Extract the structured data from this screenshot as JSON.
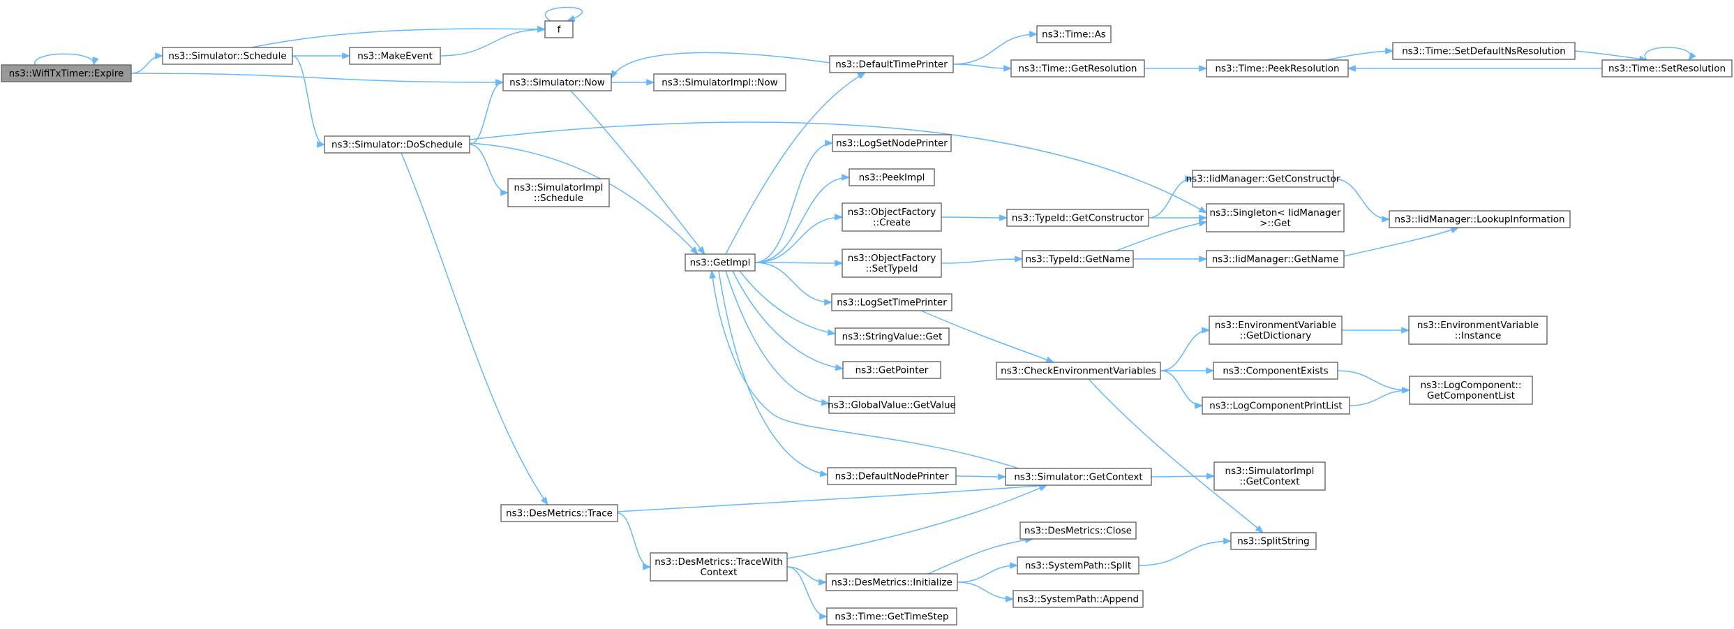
{
  "graph": {
    "nodes": [
      {
        "id": "expire",
        "label": [
          "ns3::WifiTxTimer::Expire"
        ],
        "root": true
      },
      {
        "id": "schedule",
        "label": [
          "ns3::Simulator::Schedule"
        ]
      },
      {
        "id": "f",
        "label": [
          "f"
        ]
      },
      {
        "id": "makeevent",
        "label": [
          "ns3::MakeEvent"
        ]
      },
      {
        "id": "now",
        "label": [
          "ns3::Simulator::Now"
        ]
      },
      {
        "id": "simimplnow",
        "label": [
          "ns3::SimulatorImpl::Now"
        ]
      },
      {
        "id": "doschedule",
        "label": [
          "ns3::Simulator::DoSchedule"
        ]
      },
      {
        "id": "simimplschedule",
        "label": [
          "ns3::SimulatorImpl",
          "::Schedule"
        ]
      },
      {
        "id": "getimpl",
        "label": [
          "ns3::GetImpl"
        ]
      },
      {
        "id": "destrace",
        "label": [
          "ns3::DesMetrics::Trace"
        ]
      },
      {
        "id": "destracewith",
        "label": [
          "ns3::DesMetrics::TraceWith",
          "Context"
        ]
      },
      {
        "id": "defaulttimeprinter",
        "label": [
          "ns3::DefaultTimePrinter"
        ]
      },
      {
        "id": "timeas",
        "label": [
          "ns3::Time::As"
        ]
      },
      {
        "id": "getresolution",
        "label": [
          "ns3::Time::GetResolution"
        ]
      },
      {
        "id": "peekresolution",
        "label": [
          "ns3::Time::PeekResolution"
        ]
      },
      {
        "id": "setdefaultns",
        "label": [
          "ns3::Time::SetDefaultNsResolution"
        ]
      },
      {
        "id": "setresolution",
        "label": [
          "ns3::Time::SetResolution"
        ]
      },
      {
        "id": "logsetnodeprinter",
        "label": [
          "ns3::LogSetNodePrinter"
        ]
      },
      {
        "id": "peekimpl",
        "label": [
          "ns3::PeekImpl"
        ]
      },
      {
        "id": "objfactorycreate",
        "label": [
          "ns3::ObjectFactory",
          "::Create"
        ]
      },
      {
        "id": "objfactorysettypeid",
        "label": [
          "ns3::ObjectFactory",
          "::SetTypeId"
        ]
      },
      {
        "id": "logsettimeprinter",
        "label": [
          "ns3::LogSetTimePrinter"
        ]
      },
      {
        "id": "stringvalueget",
        "label": [
          "ns3::StringValue::Get"
        ]
      },
      {
        "id": "getpointer",
        "label": [
          "ns3::GetPointer"
        ]
      },
      {
        "id": "globalvalue",
        "label": [
          "ns3::GlobalValue::GetValue"
        ]
      },
      {
        "id": "defaultnodeprinter",
        "label": [
          "ns3::DefaultNodePrinter"
        ]
      },
      {
        "id": "typeidgetconstructor",
        "label": [
          "ns3::TypeId::GetConstructor"
        ]
      },
      {
        "id": "typeidgetname",
        "label": [
          "ns3::TypeId::GetName"
        ]
      },
      {
        "id": "iidgetconstructor",
        "label": [
          "ns3::IidManager::GetConstructor"
        ]
      },
      {
        "id": "singletonget",
        "label": [
          "ns3::Singleton< IidManager",
          " >::Get"
        ]
      },
      {
        "id": "iidgetname",
        "label": [
          "ns3::IidManager::GetName"
        ]
      },
      {
        "id": "iidlookup",
        "label": [
          "ns3::IidManager::LookupInformation"
        ]
      },
      {
        "id": "checkenv",
        "label": [
          "ns3::CheckEnvironmentVariables"
        ]
      },
      {
        "id": "envgetdict",
        "label": [
          "ns3::EnvironmentVariable",
          "::GetDictionary"
        ]
      },
      {
        "id": "envinstance",
        "label": [
          "ns3::EnvironmentVariable",
          "::Instance"
        ]
      },
      {
        "id": "componentexists",
        "label": [
          "ns3::ComponentExists"
        ]
      },
      {
        "id": "logcompprintlist",
        "label": [
          "ns3::LogComponentPrintList"
        ]
      },
      {
        "id": "getcomplist",
        "label": [
          "ns3::LogComponent::",
          "GetComponentList"
        ]
      },
      {
        "id": "getcontext",
        "label": [
          "ns3::Simulator::GetContext"
        ]
      },
      {
        "id": "simimplgetcontext",
        "label": [
          "ns3::SimulatorImpl",
          "::GetContext"
        ]
      },
      {
        "id": "splitstring",
        "label": [
          "ns3::SplitString"
        ]
      },
      {
        "id": "desclose",
        "label": [
          "ns3::DesMetrics::Close"
        ]
      },
      {
        "id": "desinit",
        "label": [
          "ns3::DesMetrics::Initialize"
        ]
      },
      {
        "id": "syssplit",
        "label": [
          "ns3::SystemPath::Split"
        ]
      },
      {
        "id": "sysappend",
        "label": [
          "ns3::SystemPath::Append"
        ]
      },
      {
        "id": "gettimestep",
        "label": [
          "ns3::Time::GetTimeStep"
        ]
      }
    ],
    "edges": [
      [
        "expire",
        "expire"
      ],
      [
        "expire",
        "schedule"
      ],
      [
        "expire",
        "now"
      ],
      [
        "schedule",
        "f"
      ],
      [
        "schedule",
        "makeevent"
      ],
      [
        "schedule",
        "doschedule"
      ],
      [
        "makeevent",
        "f"
      ],
      [
        "f",
        "f"
      ],
      [
        "now",
        "simimplnow"
      ],
      [
        "now",
        "getimpl"
      ],
      [
        "doschedule",
        "now"
      ],
      [
        "doschedule",
        "simimplschedule"
      ],
      [
        "doschedule",
        "getimpl"
      ],
      [
        "doschedule",
        "singletonget"
      ],
      [
        "doschedule",
        "destrace"
      ],
      [
        "defaulttimeprinter",
        "now"
      ],
      [
        "defaulttimeprinter",
        "timeas"
      ],
      [
        "defaulttimeprinter",
        "getresolution"
      ],
      [
        "getresolution",
        "peekresolution"
      ],
      [
        "peekresolution",
        "setdefaultns"
      ],
      [
        "setdefaultns",
        "setresolution"
      ],
      [
        "setresolution",
        "peekresolution"
      ],
      [
        "setresolution",
        "setresolution"
      ],
      [
        "getimpl",
        "defaulttimeprinter"
      ],
      [
        "getimpl",
        "logsetnodeprinter"
      ],
      [
        "getimpl",
        "peekimpl"
      ],
      [
        "getimpl",
        "objfactorycreate"
      ],
      [
        "getimpl",
        "objfactorysettypeid"
      ],
      [
        "getimpl",
        "logsettimeprinter"
      ],
      [
        "getimpl",
        "stringvalueget"
      ],
      [
        "getimpl",
        "getpointer"
      ],
      [
        "getimpl",
        "globalvalue"
      ],
      [
        "getimpl",
        "defaultnodeprinter"
      ],
      [
        "objfactorycreate",
        "typeidgetconstructor"
      ],
      [
        "objfactorysettypeid",
        "typeidgetname"
      ],
      [
        "typeidgetconstructor",
        "iidgetconstructor"
      ],
      [
        "typeidgetconstructor",
        "singletonget"
      ],
      [
        "typeidgetname",
        "singletonget"
      ],
      [
        "typeidgetname",
        "iidgetname"
      ],
      [
        "iidgetconstructor",
        "iidlookup"
      ],
      [
        "iidgetname",
        "iidlookup"
      ],
      [
        "logsettimeprinter",
        "checkenv"
      ],
      [
        "checkenv",
        "envgetdict"
      ],
      [
        "checkenv",
        "componentexists"
      ],
      [
        "checkenv",
        "logcompprintlist"
      ],
      [
        "checkenv",
        "splitstring"
      ],
      [
        "envgetdict",
        "envinstance"
      ],
      [
        "componentexists",
        "getcomplist"
      ],
      [
        "logcompprintlist",
        "getcomplist"
      ],
      [
        "defaultnodeprinter",
        "getcontext"
      ],
      [
        "getcontext",
        "getimpl"
      ],
      [
        "getcontext",
        "simimplgetcontext"
      ],
      [
        "destrace",
        "getcontext"
      ],
      [
        "destrace",
        "destracewith"
      ],
      [
        "destracewith",
        "getcontext"
      ],
      [
        "destracewith",
        "desinit"
      ],
      [
        "destracewith",
        "gettimestep"
      ],
      [
        "desinit",
        "desclose"
      ],
      [
        "desinit",
        "syssplit"
      ],
      [
        "desinit",
        "sysappend"
      ],
      [
        "syssplit",
        "splitstring"
      ]
    ]
  },
  "colors": {
    "edge": "#63b8ff",
    "node_border": "#666666",
    "node_fill": "#ffffff",
    "root_fill": "#999999"
  }
}
